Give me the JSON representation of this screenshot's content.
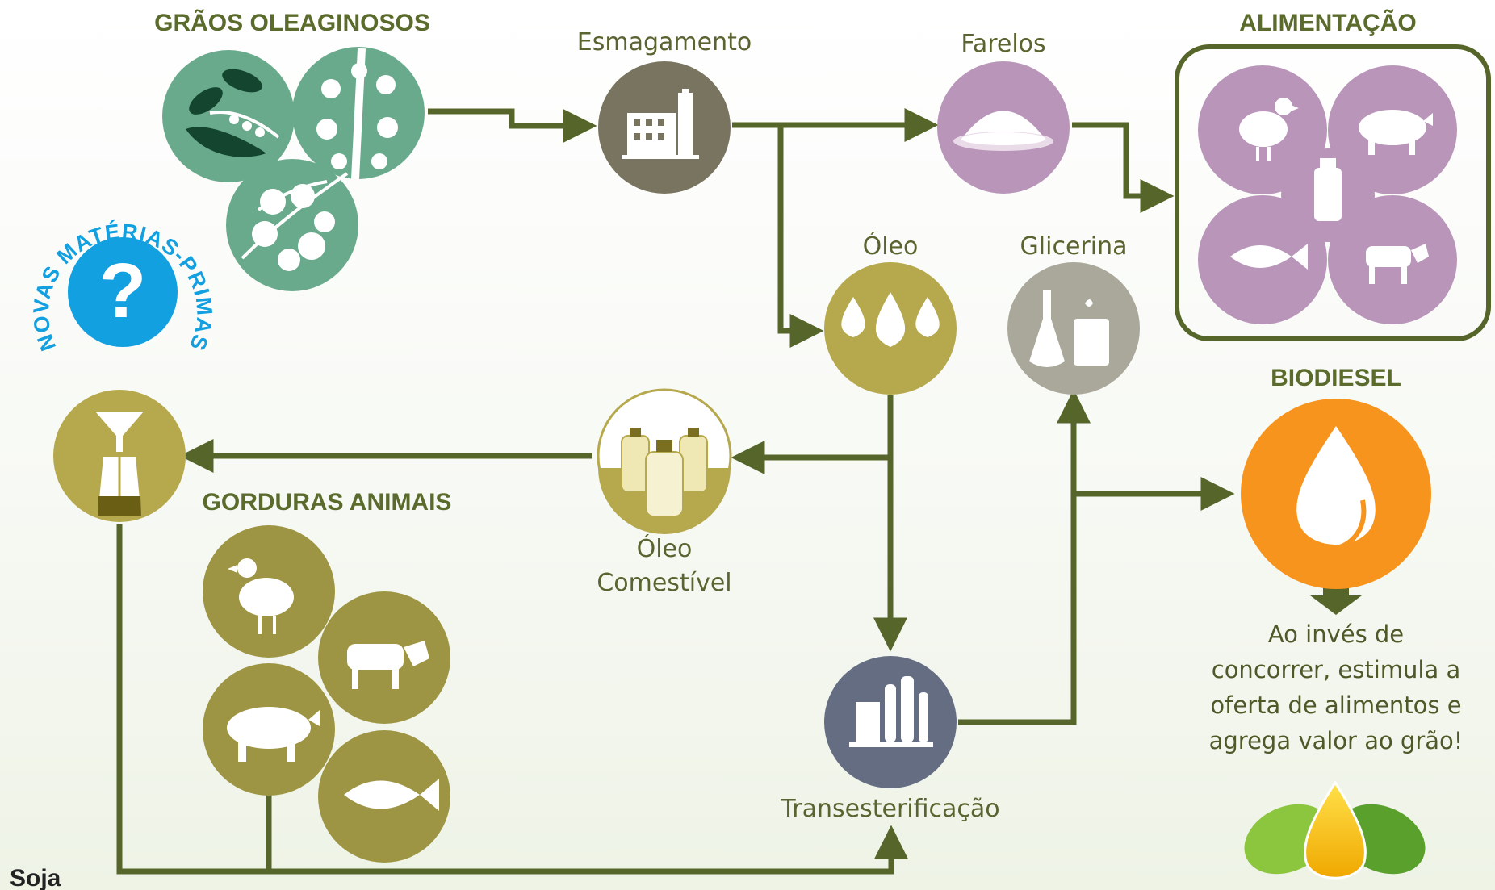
{
  "groups": {
    "graos": "GRÃOS OLEAGINOSOS",
    "alimentacao": "ALIMENTAÇÃO",
    "biodiesel": "BIODIESEL",
    "gorduras": "GORDURAS ANIMAIS",
    "novas": "NOVAS MATÉRIAS-PRIMAS"
  },
  "nodes": {
    "esmagamento": "Esmagamento",
    "farelos": "Farelos",
    "oleo": "Óleo",
    "glicerina": "Glicerina",
    "oleo_comestivel_1": "Óleo",
    "oleo_comestivel_2": "Comestível",
    "transesterificacao": "Transesterificação",
    "novas_symbol": "?"
  },
  "note": [
    "Ao invés de",
    "concorrer, estimula a",
    "oferta de alimentos e",
    "agrega valor ao grão!"
  ],
  "footer": "Soja",
  "colors": {
    "green_dark": "#56662a",
    "seed_green": "#6aaa8c",
    "crush_gray": "#78745f",
    "feed_purple": "#b895b9",
    "oil_gold": "#b6a84d",
    "glycerin_gray": "#a9a89a",
    "biodiesel_orange": "#f7941d",
    "transest_slate": "#656d82",
    "animal_olive": "#9d9543",
    "novas_blue": "#12a0e0"
  },
  "icons": [
    "soy-icon",
    "sunflower-icon",
    "cotton-icon",
    "factory-icon",
    "meal-bowl-icon",
    "oil-drops-icon",
    "glycerin-flask-icon",
    "chicken-icon",
    "pig-icon",
    "fish-icon",
    "cow-icon",
    "feed-bottle-icon",
    "bottles-icon",
    "funnel-icon",
    "biodiesel-drop-icon",
    "refinery-icon",
    "question-icon",
    "logo-drop-icon"
  ]
}
